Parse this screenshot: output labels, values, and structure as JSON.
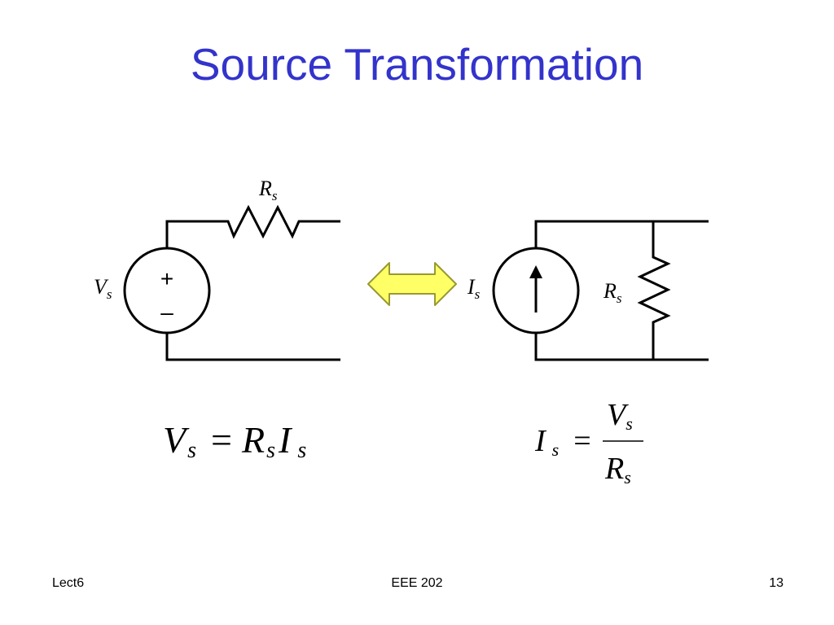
{
  "slide": {
    "title": "Source Transformation"
  },
  "left_circuit": {
    "resistor_label": "R",
    "resistor_sub": "s",
    "source_label": "V",
    "source_sub": "s",
    "plus": "+",
    "minus": "–"
  },
  "right_circuit": {
    "source_label": "I",
    "source_sub": "s",
    "resistor_label": "R",
    "resistor_sub": "s"
  },
  "arrow": {
    "fill": "#ffff66",
    "stroke": "#999933"
  },
  "equation_left": {
    "v": "V",
    "v_sub": "s",
    "eq": "=",
    "r": "R",
    "r_sub": "s",
    "i": "I",
    "i_sub": "s"
  },
  "equation_right": {
    "i": "I",
    "i_sub": "s",
    "eq": "=",
    "num": "V",
    "num_sub": "s",
    "den": "R",
    "den_sub": "s"
  },
  "footer": {
    "left": "Lect6",
    "center": "EEE 202",
    "right": "13"
  },
  "colors": {
    "title": "#3333cc",
    "line": "#000000"
  }
}
